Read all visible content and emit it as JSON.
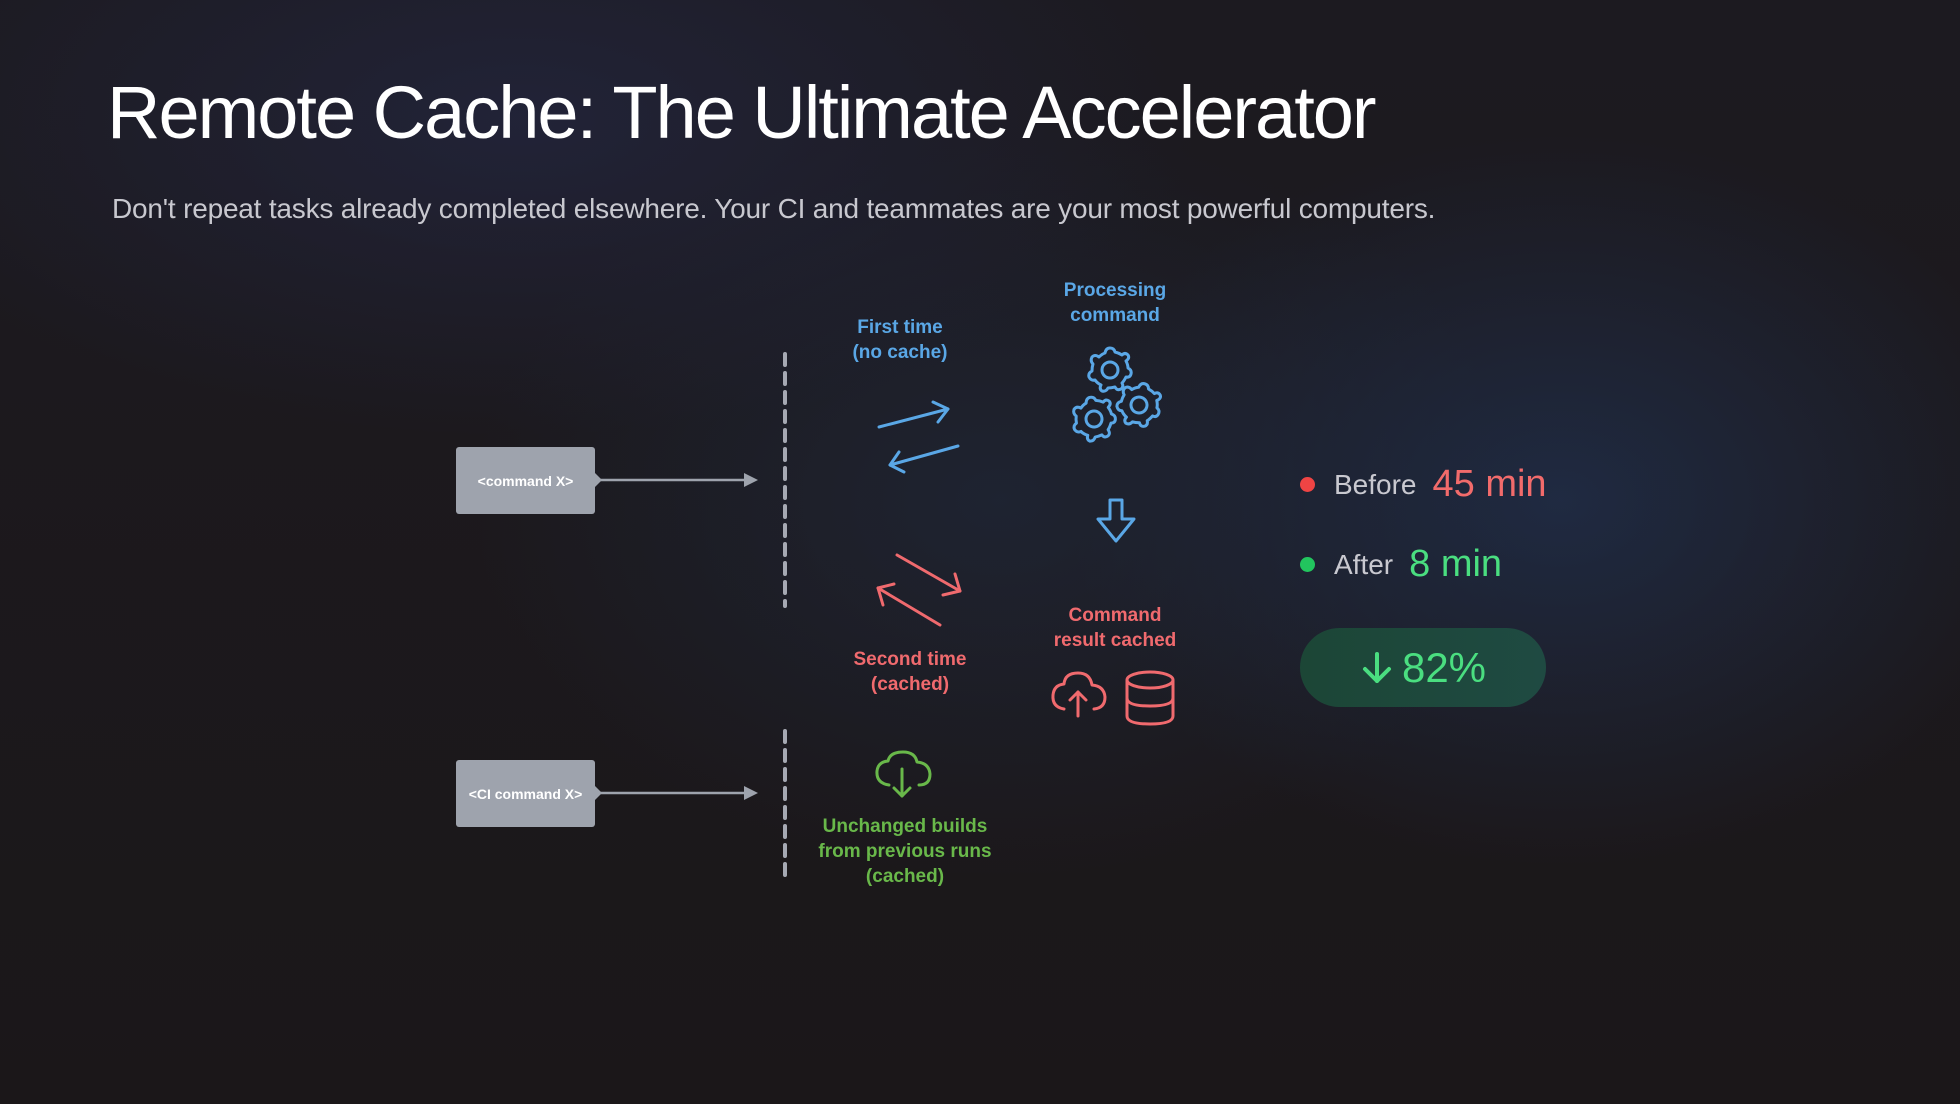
{
  "slide": {
    "title": "Remote Cache: The Ultimate Accelerator",
    "subtitle": "Don't repeat tasks already completed elsewhere. Your CI and teammates are your most powerful computers."
  },
  "diagram": {
    "local_command": {
      "label": "<command X>"
    },
    "ci_command": {
      "label": "<CI command X>"
    },
    "first_time": {
      "line1": "First time",
      "line2": "(no cache)",
      "icon": "bidirectional-arrows-icon",
      "color": "#5aa7e6"
    },
    "processing": {
      "line1": "Processing",
      "line2": "command",
      "icon": "gears-icon",
      "color": "#5aa7e6"
    },
    "flow_down": {
      "icon": "arrow-down-icon",
      "color": "#5aa7e6"
    },
    "second_time": {
      "line1": "Second time",
      "line2": "(cached)",
      "icon": "bidirectional-arrows-icon",
      "color": "#f06a6e"
    },
    "result_cached": {
      "line1": "Command",
      "line2": "result cached",
      "icons": [
        "cloud-upload-icon",
        "database-icon"
      ],
      "color": "#f06a6e"
    },
    "unchanged": {
      "line1": "Unchanged builds",
      "line2": "from previous runs",
      "line3": "(cached)",
      "icon": "cloud-download-icon",
      "color": "#69b84a"
    }
  },
  "stats": {
    "before": {
      "label": "Before",
      "value": "45 min",
      "dot_color": "#ef4444",
      "value_color": "#f26b6b"
    },
    "after": {
      "label": "After",
      "value": "8 min",
      "dot_color": "#22c55e",
      "value_color": "#4ade80"
    },
    "reduction": {
      "value": "82%",
      "icon": "arrow-down-icon",
      "color": "#4ade80",
      "bg": "#1d4739"
    }
  }
}
